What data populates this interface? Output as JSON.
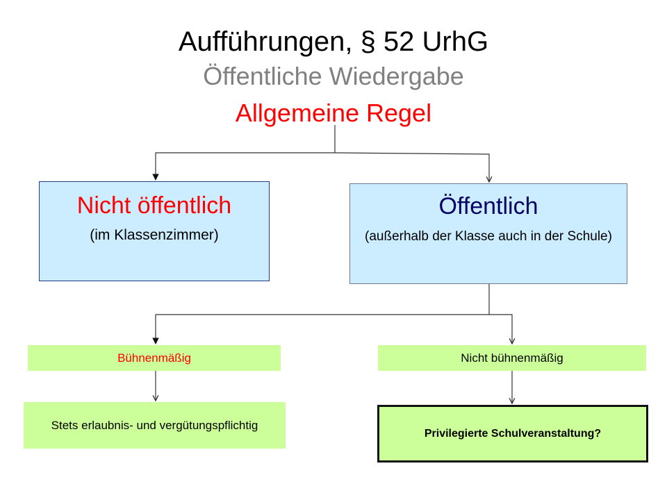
{
  "title": {
    "line1": "Aufführungen, § 52 UrhG",
    "line2": "Öffentliche Wiedergabe",
    "line3": "Allgemeine Regel"
  },
  "nodes": {
    "nicht_oeffentlich": {
      "heading": "Nicht öffentlich",
      "detail": "(im Klassenzimmer)"
    },
    "oeffentlich": {
      "heading": "Öffentlich",
      "detail": "(außerhalb der Klasse auch in der Schule)"
    },
    "buehnenmaessig": {
      "label": "Bühnenmäßig"
    },
    "nicht_buehnenmaessig": {
      "label": "Nicht bühnenmäßig"
    },
    "stets": {
      "label": "Stets erlaubnis- und vergütungspflichtig"
    },
    "privilegiert": {
      "label": "Privilegierte Schulveranstaltung?"
    }
  },
  "colors": {
    "title": "#000000",
    "subtitle": "#808080",
    "rule": "#ff0000",
    "blue_box": "#ccecff",
    "green_box": "#ccff99",
    "connector": "#333333"
  }
}
